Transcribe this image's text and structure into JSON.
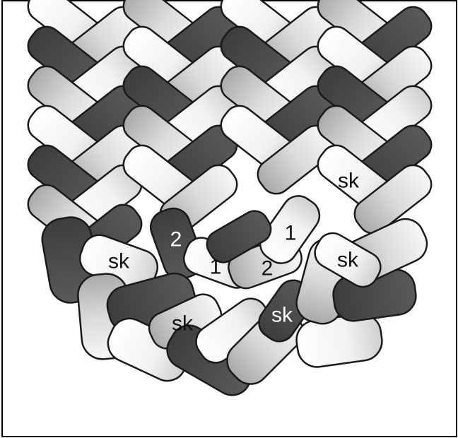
{
  "diagram": {
    "labels": {
      "sk_left": "sk",
      "sk_right_upper": "sk",
      "sk_right_lower": "sk",
      "sk_bottom_left": "sk",
      "sk_bottom_right": "sk",
      "num_2_dark": "2",
      "num_1_lower": "1",
      "num_2_lower": "2",
      "num_1_upper": "1"
    },
    "colors": {
      "dark": "#4b4b4b",
      "light_gray": "#c8c8c8",
      "white": "#ffffff",
      "outline": "#1a1a1a",
      "frame": "#000000"
    }
  }
}
